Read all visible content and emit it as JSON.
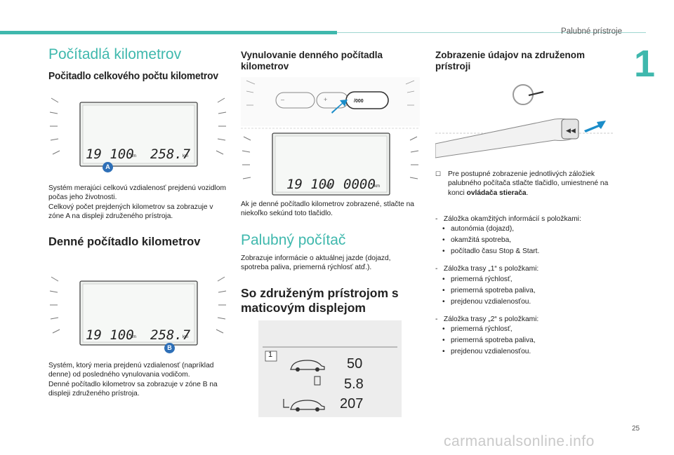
{
  "header": {
    "section": "Palubné prístroje",
    "chapter": "1",
    "page": "25",
    "watermark": "carmanualsonline.info"
  },
  "col1": {
    "title": "Počítadlá kilometrov",
    "subtitle": "Počitadlo celkového počtu kilometrov",
    "fig1": {
      "left": "19 100",
      "right": "258.7",
      "unit": "km",
      "marker": "A"
    },
    "text1": [
      "Systém merajúci celkovú vzdialenosť prejdenú vozidlom počas jeho životnosti.",
      "Celkový počet prejdených kilometrov sa zobrazuje v zóne A na displeji združeného prístroja."
    ],
    "h_daily": "Denné počítadlo kilometrov",
    "fig2": {
      "left": "19 100",
      "right": "258.7",
      "unit": "km",
      "marker": "B"
    },
    "text2": [
      "Systém, ktorý meria prejdenú vzdialenosť (napríklad denne) od posledného vynulovania vodičom.",
      "Denné počítadlo kilometrov sa zobrazuje v zóne B na displeji združeného prístroja."
    ]
  },
  "col2": {
    "h_reset": "Vynulovanie denného počítadla kilometrov",
    "fig3": {
      "left": "19 100",
      "right": "0000",
      "unit": "km",
      "btn": "/000"
    },
    "text_reset": "Ak je denné počítadlo kilometrov zobrazené, stlačte na niekoľko sekúnd toto tlačidlo.",
    "h_trip": "Palubný počítač",
    "text_trip": "Zobrazuje informácie o aktuálnej jazde (dojazd, spotreba paliva, priemerná rýchlosť atď.).",
    "h_matrix": "So združeným prístrojom s maticovým displejom",
    "fig4": {
      "tab": "1",
      "v1": "50",
      "v2": "5.8",
      "v3": "207"
    }
  },
  "col3": {
    "h_show": "Zobrazenie údajov na združenom prístroji",
    "bullet": "Pre postupné zobrazenie jednotlivých záložiek palubného počítača stlačte tlačidlo, umiestnené na konci ",
    "bullet_bold": "ovládača stierača",
    "groups": [
      {
        "title": "Záložka okamžitých informácií s položkami:",
        "items": [
          "autonómia (dojazd),",
          "okamžitá spotreba,",
          "počítadlo času Stop & Start."
        ]
      },
      {
        "title": "Záložka trasy „1“ s položkami:",
        "items": [
          "priemerná rýchlosť,",
          "priemerná spotreba paliva,",
          "prejdenou vzdialenosťou."
        ]
      },
      {
        "title": "Záložka trasy „2“ s položkami:",
        "items": [
          "priemerná rýchlosť,",
          "priemerná spotreba paliva,",
          "prejdenou vzdialenosťou."
        ]
      }
    ]
  },
  "colors": {
    "accent": "#3fb8ad",
    "marker": "#2e6fb7",
    "arrow": "#1b8dc9"
  }
}
